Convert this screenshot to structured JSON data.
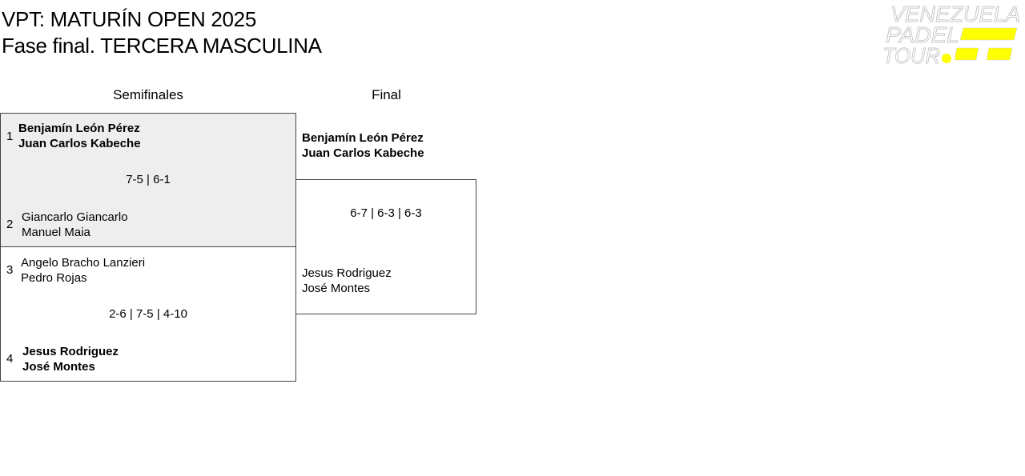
{
  "header": {
    "title_line1": "VPT: MATURÍN OPEN 2025",
    "title_line2": "Fase final. TERCERA MASCULINA"
  },
  "logo": {
    "text": [
      "VENEZUELA",
      "PADEL",
      "TOUR"
    ],
    "accent": "#ffff00"
  },
  "rounds": [
    "Semifinales",
    "Final"
  ],
  "semifinals": [
    {
      "teams": [
        {
          "seed": "1",
          "players": [
            "Benjamín León Pérez",
            "Juan Carlos Kabeche"
          ],
          "winner": true
        },
        {
          "seed": "2",
          "players": [
            "Giancarlo Giancarlo",
            "Manuel Maia"
          ],
          "winner": false
        }
      ],
      "score": "7-5 | 6-1"
    },
    {
      "teams": [
        {
          "seed": "3",
          "players": [
            "Angelo Bracho Lanzieri",
            "Pedro Rojas"
          ],
          "winner": false
        },
        {
          "seed": "4",
          "players": [
            "Jesus Rodriguez",
            "José Montes"
          ],
          "winner": true
        }
      ],
      "score": "2-6 | 7-5 | 4-10"
    }
  ],
  "final": {
    "teams": [
      {
        "players": [
          "Benjamín León Pérez",
          "Juan Carlos Kabeche"
        ],
        "winner": true
      },
      {
        "players": [
          "Jesus Rodriguez",
          "José Montes"
        ],
        "winner": false
      }
    ],
    "score": "6-7 | 6-3 | 6-3"
  }
}
